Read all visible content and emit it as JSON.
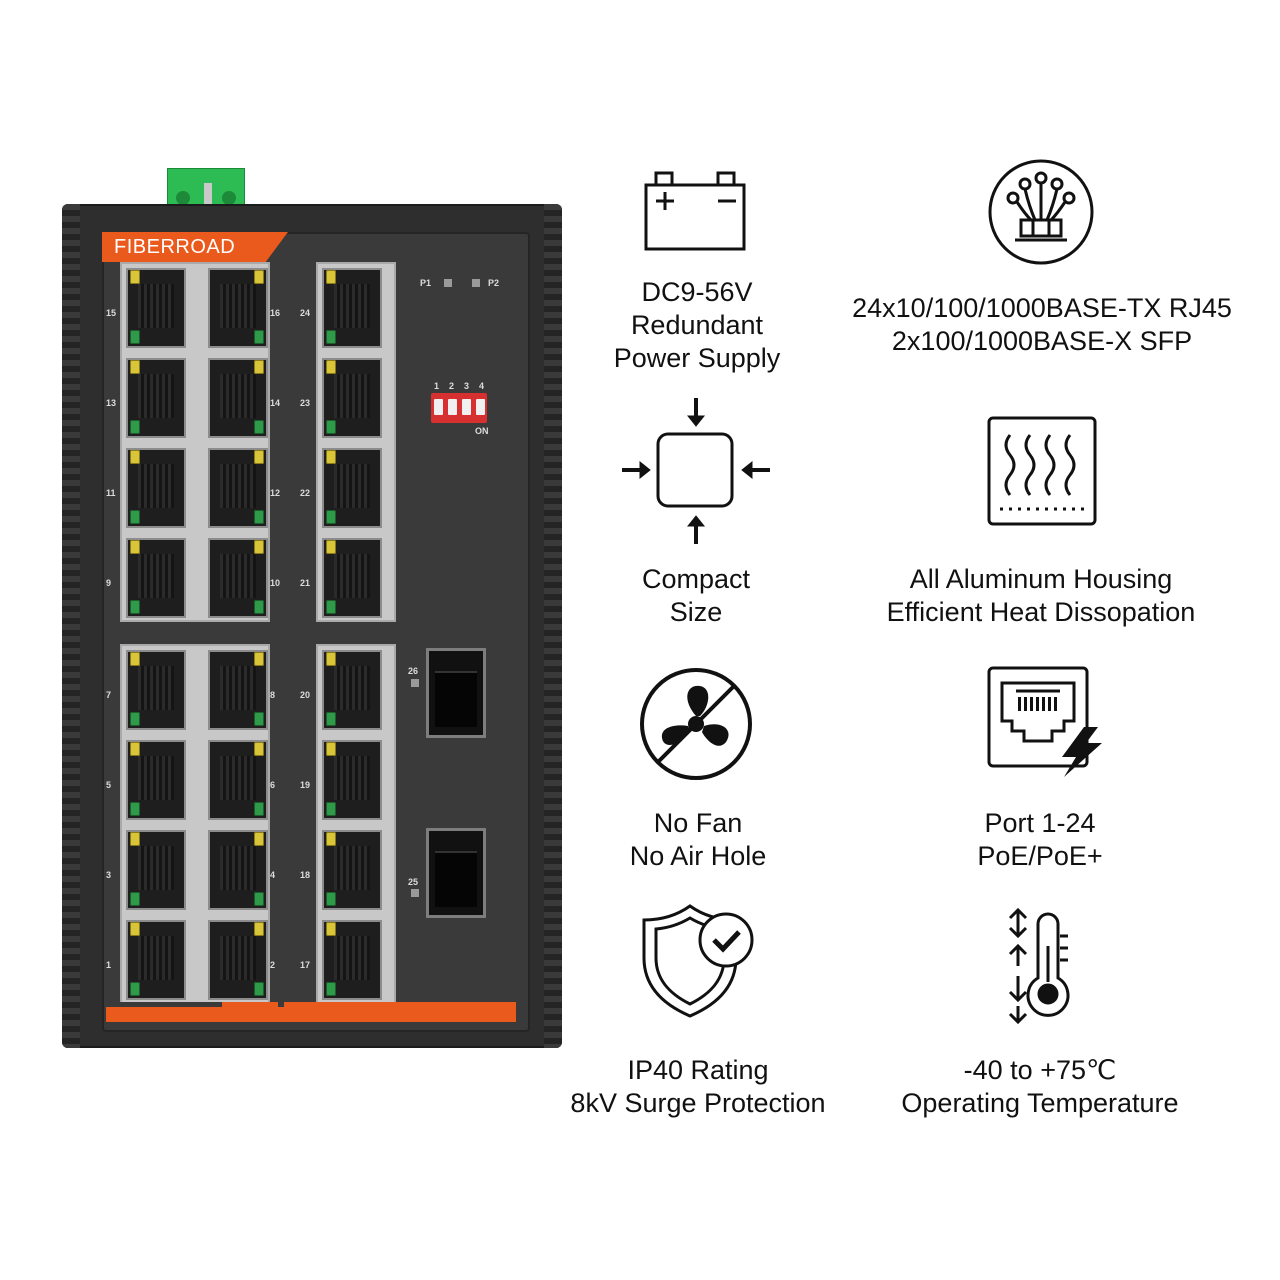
{
  "device": {
    "brand": "FIBERROAD",
    "power_leds": [
      "P1",
      "P2"
    ],
    "dip_switch": {
      "numbers": [
        "1",
        "2",
        "3",
        "4"
      ],
      "label": "ON"
    },
    "port_labels": {
      "b1_left": [
        "15",
        "13",
        "11",
        "9"
      ],
      "b1_right": [
        "16",
        "14",
        "12",
        "10"
      ],
      "b2_left": [
        "24",
        "23",
        "22",
        "21"
      ],
      "b3_left": [
        "7",
        "5",
        "3",
        "1"
      ],
      "b3_right": [
        "8",
        "6",
        "4",
        "2"
      ],
      "b4_left": [
        "20",
        "19",
        "18",
        "17"
      ]
    },
    "sfp_labels": [
      "26",
      "25"
    ]
  },
  "features": [
    {
      "icon": "battery-icon",
      "lines": [
        "DC9-56V",
        "Redundant",
        "Power Supply"
      ]
    },
    {
      "icon": "fiber-optic-icon",
      "lines": [
        "24x10/100/1000BASE-TX RJ45",
        "2x100/1000BASE-X SFP"
      ]
    },
    {
      "icon": "compact-size-icon",
      "lines": [
        "Compact",
        "Size"
      ]
    },
    {
      "icon": "heat-dissipation-icon",
      "lines": [
        "All Aluminum Housing",
        "Efficient Heat Dissopation"
      ]
    },
    {
      "icon": "no-fan-icon",
      "lines": [
        "No Fan",
        "No Air Hole"
      ]
    },
    {
      "icon": "poe-port-icon",
      "lines": [
        "Port 1-24",
        "PoE/PoE+"
      ]
    },
    {
      "icon": "shield-check-icon",
      "lines": [
        "IP40 Rating",
        "8kV Surge Protection"
      ]
    },
    {
      "icon": "thermometer-icon",
      "lines": [
        "-40 to +75℃",
        "Operating Temperature"
      ]
    }
  ]
}
